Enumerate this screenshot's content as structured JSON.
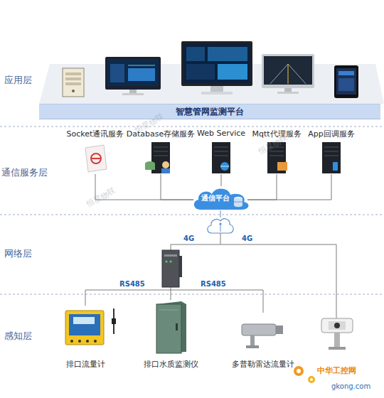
{
  "diagram": {
    "nodes": [
      {
        "text": [
          "智慧管网监测平台"
        ]
      },
      {
        "text": [
          "Socket通讯服务"
        ]
      },
      {
        "text": [
          "Database存储服务"
        ]
      },
      {
        "text": [
          "Web Service"
        ]
      },
      {
        "text": [
          "Mqtt代理服务"
        ]
      },
      {
        "text": [
          "App回调服务"
        ]
      },
      {
        "text": [
          "通信平台"
        ]
      },
      {
        "text": [
          "排口流量计"
        ]
      },
      {
        "text": [
          "排口水质监测仪"
        ]
      },
      {
        "text": [
          "多普勒雷达流量计"
        ]
      }
    ],
    "edges": [
      {
        "from": 1,
        "to": 6,
        "arrow": "none"
      },
      {
        "from": 2,
        "to": 6,
        "arrow": "none"
      },
      {
        "from": 3,
        "to": 6,
        "arrow": "none"
      },
      {
        "from": 4,
        "to": 6,
        "arrow": "none"
      },
      {
        "from": 5,
        "to": 6,
        "arrow": "none"
      }
    ],
    "labels": [
      "应用层",
      "通信服务层",
      "网络层",
      "感知层",
      "4G",
      "4G",
      "RS485",
      "RS485",
      "恒星物联",
      "恒星物联",
      "恒星物联",
      "中华工控网",
      "gkong.com"
    ]
  }
}
